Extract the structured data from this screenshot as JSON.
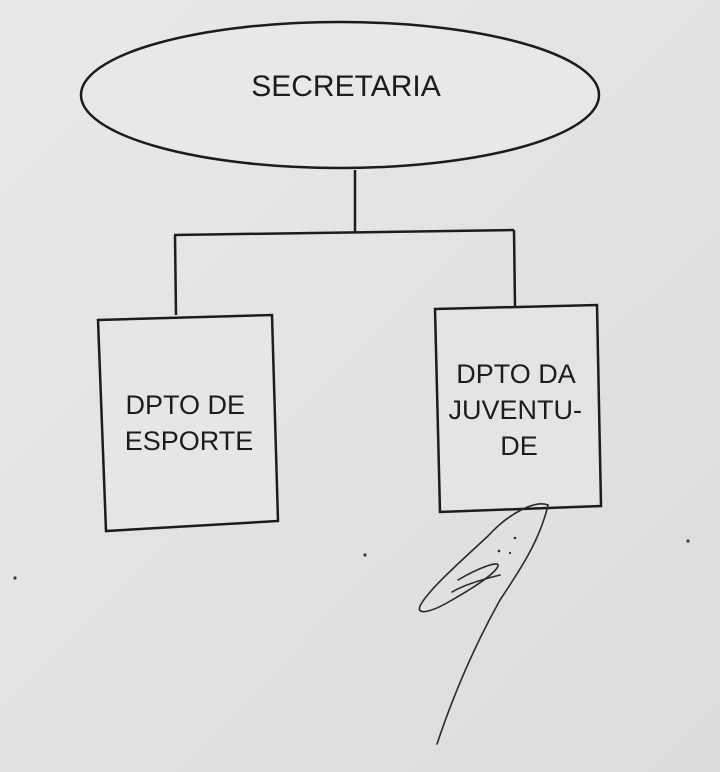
{
  "diagram": {
    "root": {
      "label": "SECRETARIA"
    },
    "children": [
      {
        "label_lines": [
          "DPTO DE",
          "ESPORTE"
        ]
      },
      {
        "label_lines": [
          "DPTO DA",
          "JUVENTU-",
          "DE"
        ]
      }
    ]
  },
  "colors": {
    "paper": "#e3e3e1",
    "ink": "#1c1c1c"
  }
}
